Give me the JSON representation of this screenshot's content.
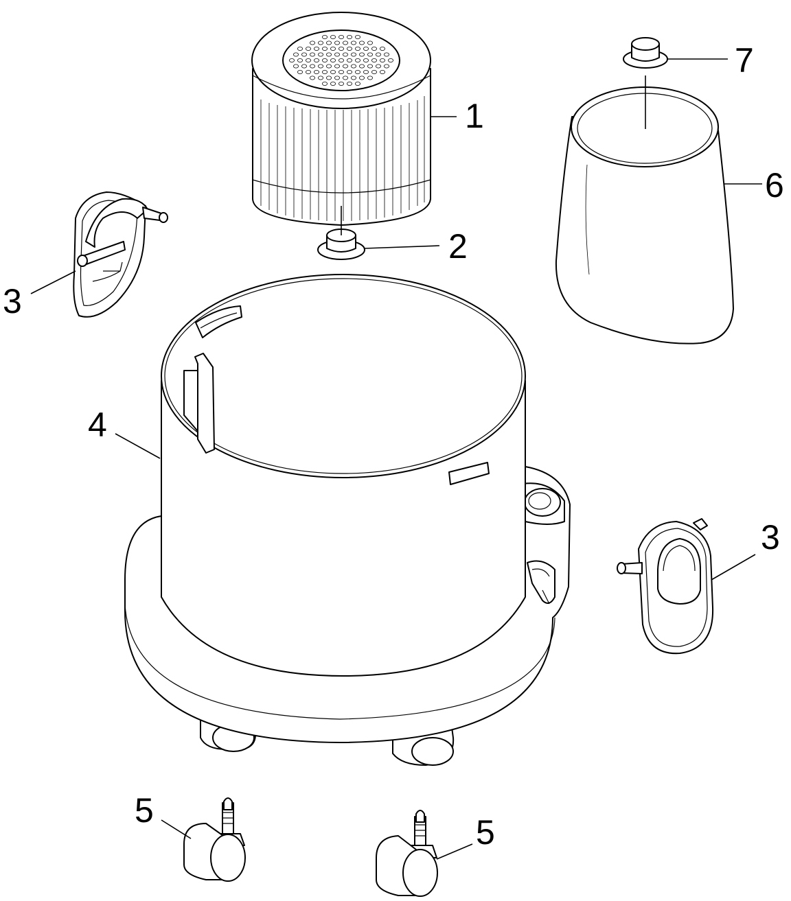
{
  "diagram": {
    "labels": {
      "filter": "1",
      "filter_adapter": "2",
      "latch_left": "3",
      "container": "4",
      "caster_left": "5",
      "caster_right": "5",
      "filter_bag": "6",
      "bag_adapter": "7",
      "latch_right": "3"
    },
    "colors": {
      "line": "#000000",
      "background": "#ffffff"
    }
  }
}
